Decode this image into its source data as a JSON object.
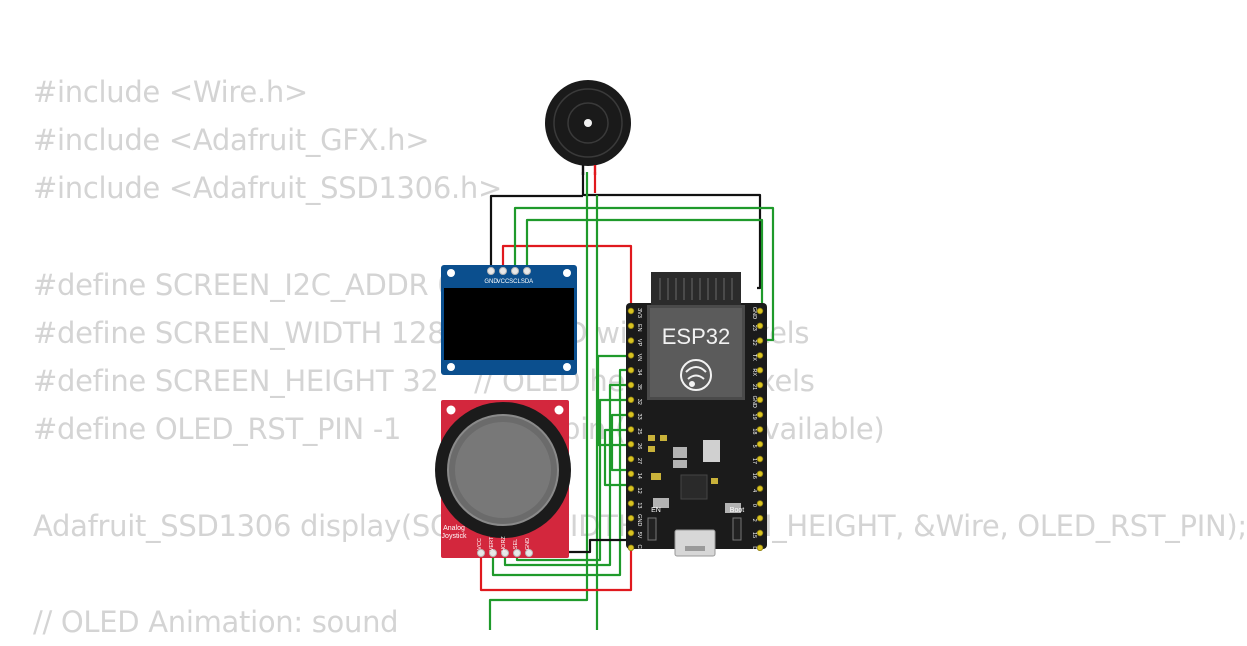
{
  "code_lines": [
    "#include <Wire.h>",
    "#include <Adafruit_GFX.h>",
    "#include <Adafruit_SSD1306.h>",
    "",
    "#define SCREEN_I2C_ADDR 0x3C",
    "#define SCREEN_WIDTH 128    // OLED width, in pixels",
    "#define SCREEN_HEIGHT 32    // OLED height, in pixels",
    "#define OLED_RST_PIN -1     // Reset pin (-1 if not available)",
    "",
    "Adafruit_SSD1306 display(SCREEN_WIDTH, SCREEN_HEIGHT, &Wire, OLED_RST_PIN);",
    "",
    "// OLED Animation: sound"
  ],
  "oled": {
    "pins": [
      "GND",
      "VCC",
      "SCL",
      "SDA"
    ]
  },
  "esp32": {
    "label": "ESP32",
    "en_label": "EN",
    "boot_label": "Boot",
    "left_pins": [
      "3V3",
      "EN",
      "VP",
      "VN",
      "34",
      "35",
      "32",
      "33",
      "25",
      "26",
      "27",
      "14",
      "12",
      "13",
      "GND",
      "5V",
      "CLK"
    ],
    "right_pins": [
      "GND",
      "23",
      "22",
      "TX",
      "RX",
      "21",
      "GND",
      "19",
      "18",
      "5",
      "17",
      "16",
      "4",
      "0",
      "2",
      "15",
      "D1"
    ]
  },
  "joystick": {
    "label_line1": "Analog",
    "label_line2": "Joystick",
    "pins": [
      "VCC",
      "VERT",
      "HORZ",
      "SEL",
      "GND"
    ]
  },
  "colors": {
    "code_text": "#d4d4d4",
    "wire_black": "#111111",
    "wire_red": "#e0191e",
    "wire_green": "#1f9a2b",
    "oled_board": "#0b4f8e",
    "joystick_board": "#d3273d",
    "esp32_board": "#1b1b1b"
  }
}
